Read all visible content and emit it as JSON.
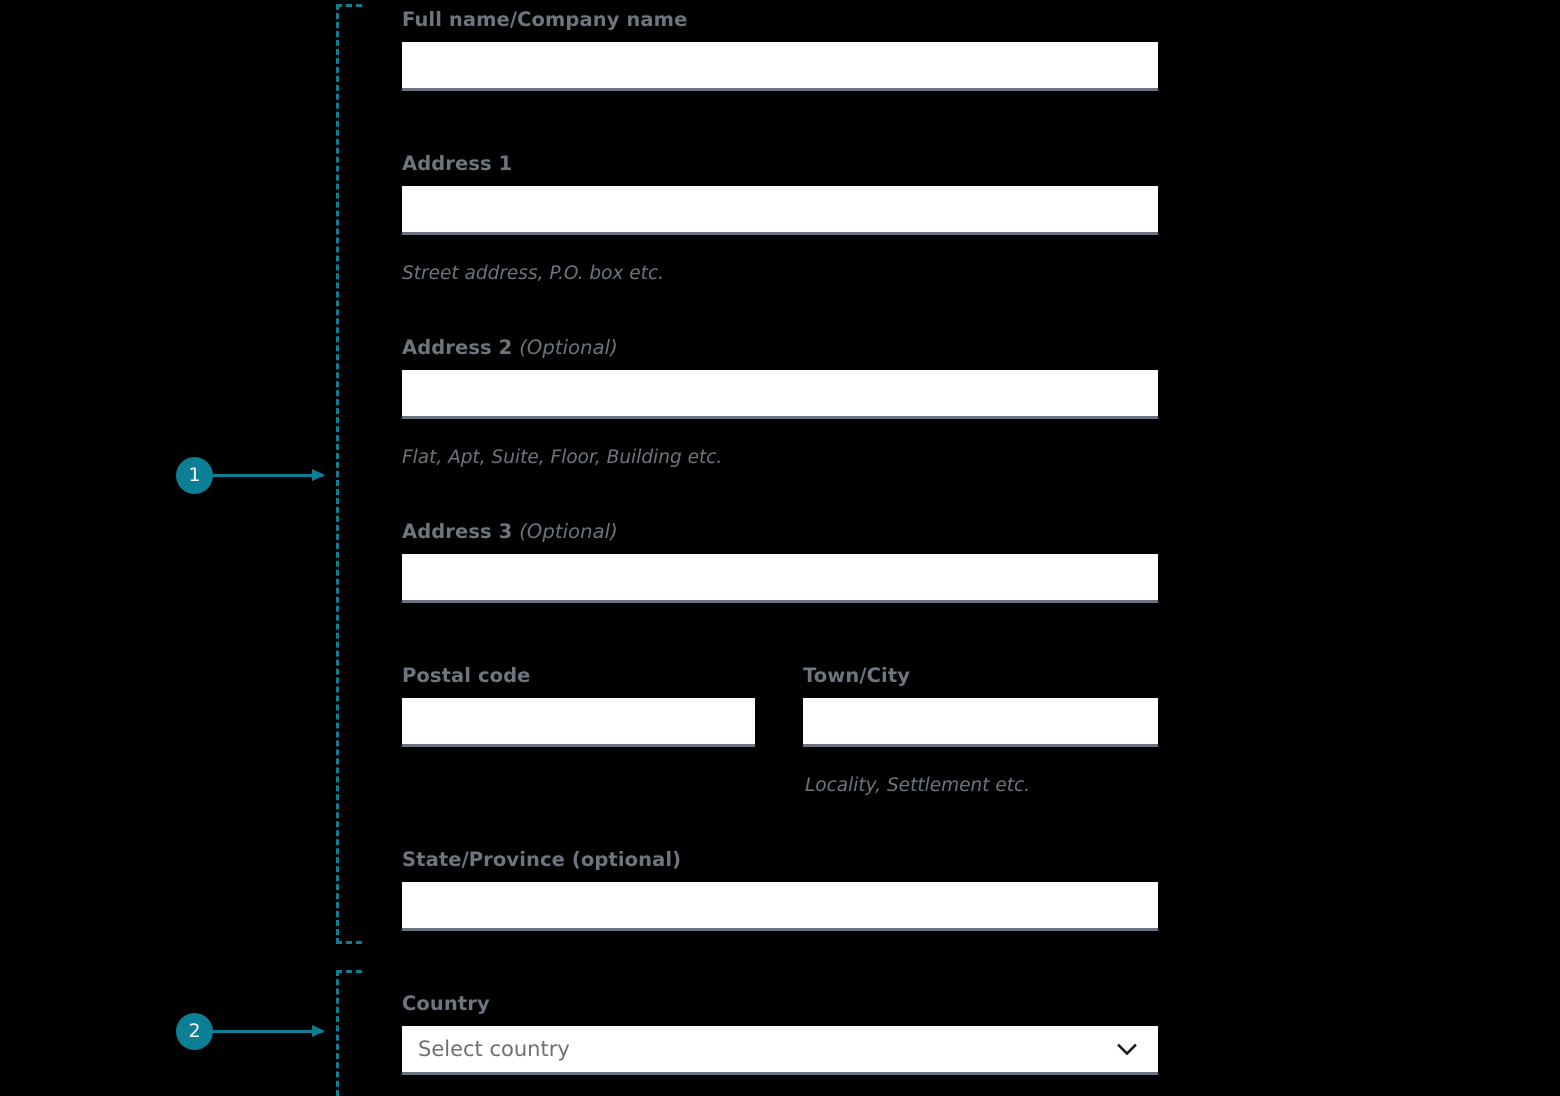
{
  "colors": {
    "background": "#000000",
    "accent_teal": "#0d7f94",
    "label_gray": "#6e757e",
    "input_fill": "#ffffff",
    "input_underline": "#6b7280",
    "placeholder_gray": "#707070",
    "chevron": "#1a1a1a"
  },
  "callouts": [
    {
      "number": "1",
      "target_region": "address-fields"
    },
    {
      "number": "2",
      "target_region": "country-field"
    }
  ],
  "form": {
    "fields": [
      {
        "id": "full-name",
        "label": "Full name/Company name",
        "optional_suffix": "",
        "value": "",
        "placeholder": "",
        "helper": ""
      },
      {
        "id": "address-1",
        "label": "Address 1",
        "optional_suffix": "",
        "value": "",
        "placeholder": "",
        "helper": "Street address, P.O. box etc."
      },
      {
        "id": "address-2",
        "label": "Address 2",
        "optional_suffix": "(Optional)",
        "value": "",
        "placeholder": "",
        "helper": "Flat, Apt, Suite, Floor, Building etc."
      },
      {
        "id": "address-3",
        "label": "Address 3",
        "optional_suffix": "(Optional)",
        "value": "",
        "placeholder": "",
        "helper": ""
      },
      {
        "id": "postal-code",
        "label": "Postal code",
        "optional_suffix": "",
        "value": "",
        "placeholder": "",
        "helper": ""
      },
      {
        "id": "town-city",
        "label": "Town/City",
        "optional_suffix": "",
        "value": "",
        "placeholder": "",
        "helper": "Locality, Settlement etc."
      },
      {
        "id": "state-province",
        "label": "State/Province (optional)",
        "optional_suffix": "",
        "value": "",
        "placeholder": "",
        "helper": ""
      },
      {
        "id": "country",
        "label": "Country",
        "optional_suffix": "",
        "value": "",
        "placeholder": "Select country",
        "helper": "",
        "selected_text": "Select country",
        "icon": "chevron-down-icon"
      }
    ]
  }
}
